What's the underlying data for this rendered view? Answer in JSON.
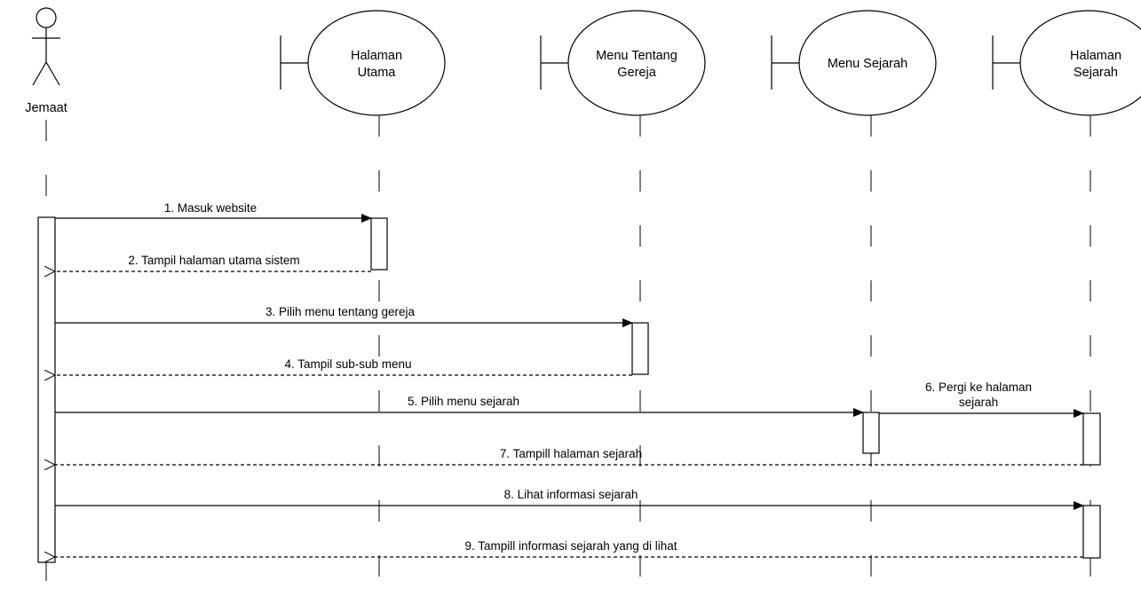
{
  "diagram": {
    "type": "uml-sequence",
    "colors": {
      "line": "#000000",
      "background": "#ffffff"
    }
  },
  "actor": {
    "label": "Jemaat",
    "icon": "stick-figure-icon"
  },
  "participants": [
    {
      "id": "p1",
      "kind": "boundary",
      "lines": [
        "Halaman",
        "Utama"
      ]
    },
    {
      "id": "p2",
      "kind": "boundary",
      "lines": [
        "Menu Tentang",
        "Gereja"
      ]
    },
    {
      "id": "p3",
      "kind": "boundary",
      "lines": [
        "Menu Sejarah"
      ]
    },
    {
      "id": "p4",
      "kind": "boundary",
      "lines": [
        "Halaman",
        "Sejarah"
      ]
    }
  ],
  "messages": [
    {
      "num": 1,
      "label": "1. Masuk website",
      "from": "Jemaat",
      "to": "Halaman Utama",
      "kind": "call"
    },
    {
      "num": 2,
      "label": "2. Tampil halaman utama sistem",
      "from": "Halaman Utama",
      "to": "Jemaat",
      "kind": "return"
    },
    {
      "num": 3,
      "label": "3. Pilih menu tentang gereja",
      "from": "Jemaat",
      "to": "Menu Tentang Gereja",
      "kind": "call"
    },
    {
      "num": 4,
      "label": "4. Tampil sub-sub menu",
      "from": "Menu Tentang Gereja",
      "to": "Jemaat",
      "kind": "return"
    },
    {
      "num": 5,
      "label": "5. Pilih menu sejarah",
      "from": "Jemaat",
      "to": "Menu Sejarah",
      "kind": "call"
    },
    {
      "num": 6,
      "label": [
        "6. Pergi ke halaman",
        "sejarah"
      ],
      "from": "Menu Sejarah",
      "to": "Halaman Sejarah",
      "kind": "call"
    },
    {
      "num": 7,
      "label": "7. Tampill halaman sejarah",
      "from": "Halaman Sejarah",
      "to": "Jemaat",
      "kind": "return"
    },
    {
      "num": 8,
      "label": "8. Lihat informasi sejarah",
      "from": "Jemaat",
      "to": "Halaman Sejarah",
      "kind": "call"
    },
    {
      "num": 9,
      "label": "9. Tampill informasi sejarah yang di lihat",
      "from": "Halaman Sejarah",
      "to": "Jemaat",
      "kind": "return"
    }
  ]
}
